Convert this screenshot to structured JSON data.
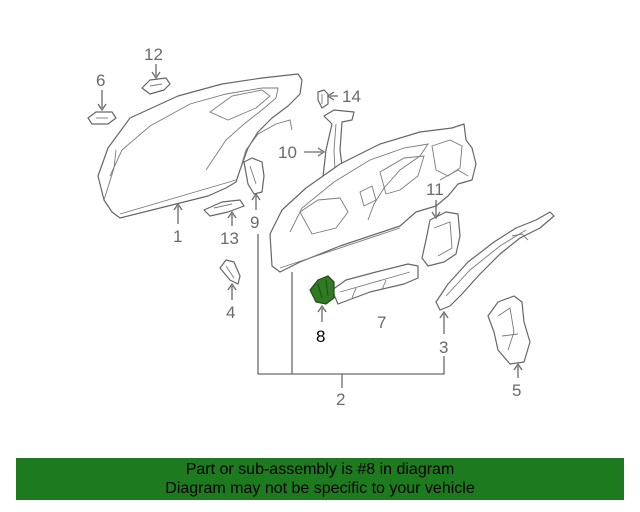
{
  "diagram": {
    "callouts": {
      "c1": "1",
      "c2": "2",
      "c3": "3",
      "c4": "4",
      "c5": "5",
      "c6": "6",
      "c7": "7",
      "c8": "8",
      "c9": "9",
      "c10": "10",
      "c11": "11",
      "c12": "12",
      "c13": "13",
      "c14": "14"
    },
    "highlighted_part": "8",
    "highlight_color": "#2f7a22",
    "line_color": "#666666"
  },
  "banner": {
    "line1": "Part or sub-assembly is #8 in diagram",
    "line2": "Diagram may not be specific to your vehicle",
    "background": "#1e7a1e"
  }
}
